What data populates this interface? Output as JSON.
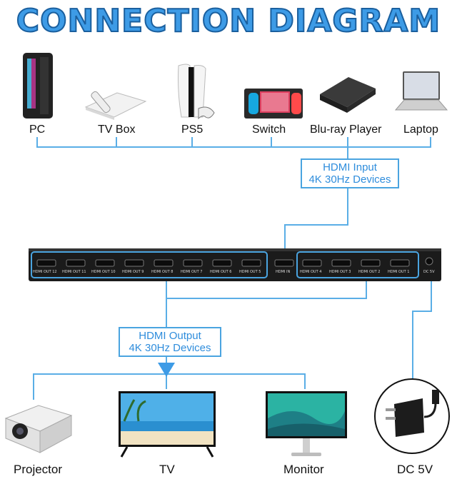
{
  "title": "CONNECTION DIAGRAM",
  "inputs": [
    {
      "label": "PC",
      "icon": "pc-tower-icon"
    },
    {
      "label": "TV Box",
      "icon": "tv-box-icon"
    },
    {
      "label": "PS5",
      "icon": "ps5-console-icon"
    },
    {
      "label": "Switch",
      "icon": "switch-console-icon"
    },
    {
      "label": "Blu-ray Player",
      "icon": "bluray-player-icon"
    },
    {
      "label": "Laptop",
      "icon": "laptop-icon"
    }
  ],
  "input_callout": {
    "line1": "HDMI Input",
    "line2": "4K 30Hz Devices"
  },
  "output_callout": {
    "line1": "HDMI Output",
    "line2": "4K 30Hz Devices"
  },
  "splitter": {
    "ports_left": [
      "HDMI OUT 12",
      "HDMI OUT 11",
      "HDMI OUT 10",
      "HDMI OUT 9",
      "HDMI OUT 8",
      "HDMI OUT 7",
      "HDMI OUT 6",
      "HDMI OUT 5"
    ],
    "port_in": "HDMI IN",
    "ports_right": [
      "HDMI OUT 4",
      "HDMI OUT 3",
      "HDMI OUT 2",
      "HDMI OUT 1"
    ],
    "dc": "DC 5V"
  },
  "outputs": [
    {
      "label": "Projector",
      "icon": "projector-icon"
    },
    {
      "label": "TV",
      "icon": "tv-icon"
    },
    {
      "label": "Monitor",
      "icon": "monitor-icon"
    },
    {
      "label": "DC 5V",
      "icon": "power-adapter-icon"
    }
  ],
  "colors": {
    "accent": "#3d9be6",
    "wire": "#5aaee6",
    "device": "#1b1b1b"
  }
}
